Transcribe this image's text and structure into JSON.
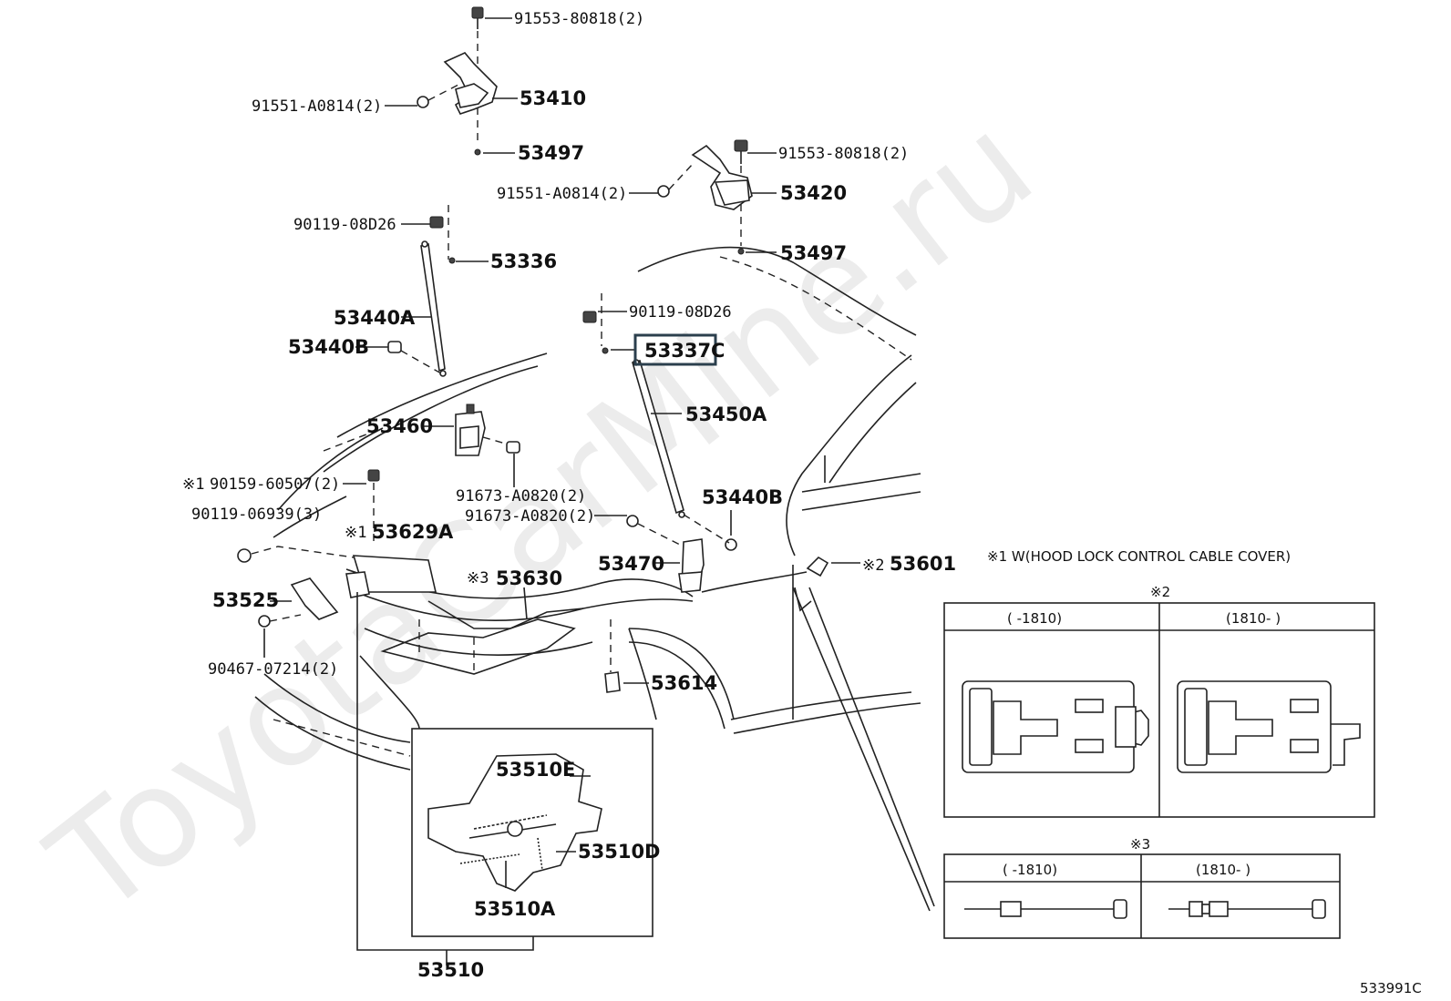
{
  "diagram": {
    "watermark": "ToyotaCarMine.ru",
    "ref_code": "533991C",
    "parts": {
      "p91553_top": "91553-80818(2)",
      "p91551_left": "91551-A0814(2)",
      "p53410": "53410",
      "p53497_left": "53497",
      "p91553_right": "91553-80818(2)",
      "p91551_right": "91551-A0814(2)",
      "p53420": "53420",
      "p53497_right": "53497",
      "p90119_left": "90119-08D26",
      "p53336": "53336",
      "p53440A": "53440A",
      "p53440B_left": "53440B",
      "p90119_right": "90119-08D26",
      "p53337C": "53337C",
      "p53450A": "53450A",
      "p53460": "53460",
      "p91673_a": "91673-A0820(2)",
      "p91673_b": "91673-A0820(2)",
      "p90159": "90159-60507(2)",
      "p90159_mark": "※1",
      "p90119_06939": "90119-06939(3)",
      "p53629A": "53629A",
      "p53629A_mark": "※1",
      "p53440B_right": "53440B",
      "p53525": "53525",
      "p53630": "53630",
      "p53630_mark": "※3",
      "p53470": "53470",
      "p53601": "53601",
      "p53601_mark": "※2",
      "p90467": "90467-07214(2)",
      "p53614": "53614",
      "p53510E": "53510E",
      "p53510D": "53510D",
      "p53510A": "53510A",
      "p53510": "53510"
    },
    "note1": "※1 W(HOOD LOCK CONTROL CABLE COVER)",
    "table2": {
      "mark": "※2",
      "col1": "(      -1810)",
      "col2": "(1810-      )"
    },
    "table3": {
      "mark": "※3",
      "col1": "(      -1810)",
      "col2": "(1810-      )"
    }
  }
}
